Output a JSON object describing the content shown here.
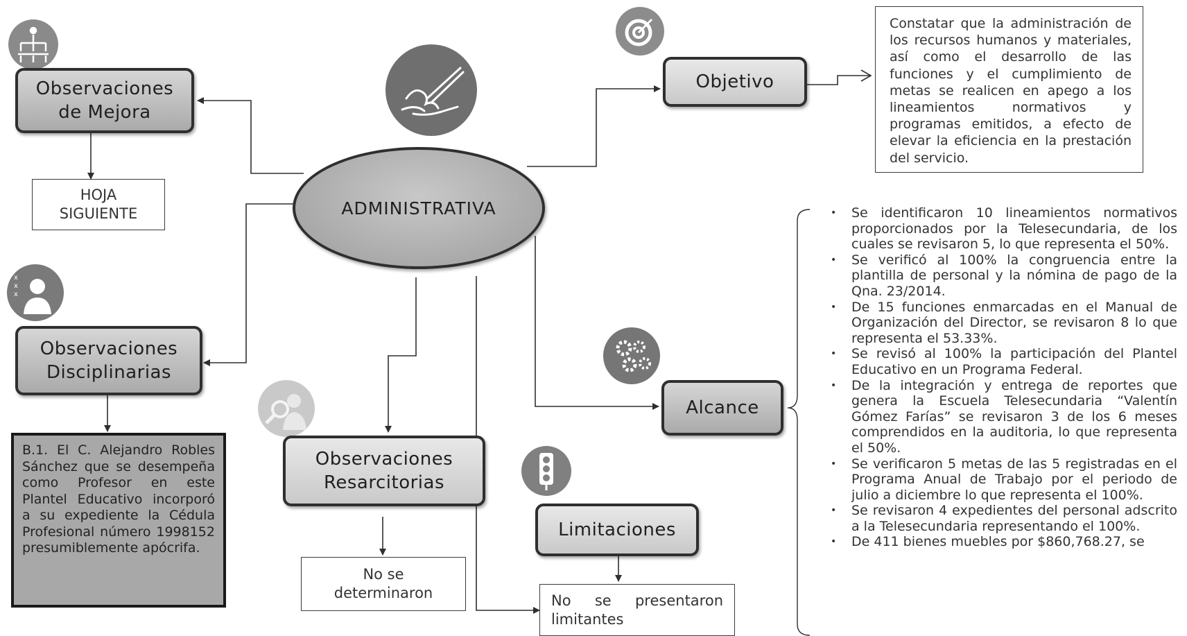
{
  "center": "ADMINISTRATIVA",
  "nodes": {
    "mejora": "Observaciones\nde Mejora",
    "disciplinarias": "Observaciones\nDisciplinarias",
    "resarcitorias": "Observaciones\nResarcitorias",
    "objetivo": "Objetivo",
    "alcance": "Alcance",
    "limitaciones": "Limitaciones"
  },
  "boxes": {
    "hoja_siguiente": "HOJA\nSIGUIENTE",
    "no_determinaron": "No se\ndeterminaron",
    "no_limitantes": "No se presentaron limitantes"
  },
  "disciplinaria_text": "B.1. El C. Alejandro Robles Sánchez que se desempeña como Profesor en este Plantel Educativo incorporó a su expediente la Cédula Profesional número 1998152 presumiblemente apócrifa.",
  "objetivo_text": "Constatar que la administración de los recursos humanos y materiales, así como el desarrollo de las funciones y el cumplimiento de metas se realicen en apego a los lineamientos normativos y programas emitidos, a efecto de elevar la eficiencia en la prestación del servicio.",
  "alcance_items": [
    "Se identificaron 10 lineamientos normativos proporcionados por la Telesecundaria, de los cuales se revisaron 5, lo que representa el 50%.",
    "Se verificó al 100% la congruencia  entre la plantilla de  personal y la nómina de pago de la Qna. 23/2014.",
    "De 15 funciones enmarcadas en el Manual de Organización del Director, se revisaron 8 lo que representa el 53.33%.",
    "Se revisó al 100% la participación del Plantel Educativo en un  Programa Federal.",
    "De la integración y entrega de reportes que genera la Escuela Telesecundaria “Valentín Gómez Farías” se revisaron 3 de los 6 meses comprendidos  en  la  auditoria,  lo  que representa el 50%.",
    "Se verificaron 5 metas de las 5 registradas en el Programa Anual de Trabajo por el periodo de julio a diciembre lo que representa el 100%.",
    "Se revisaron 4 expedientes del personal adscrito a la Telesecundaria representando el 100%.",
    "De 411 bienes muebles por $860,768.27, se"
  ],
  "icons": [
    "org-chart-icon",
    "writing-hand-icon",
    "target-icon",
    "person-x-icon",
    "gears-icon",
    "magnifier-person-icon",
    "traffic-light-icon"
  ]
}
